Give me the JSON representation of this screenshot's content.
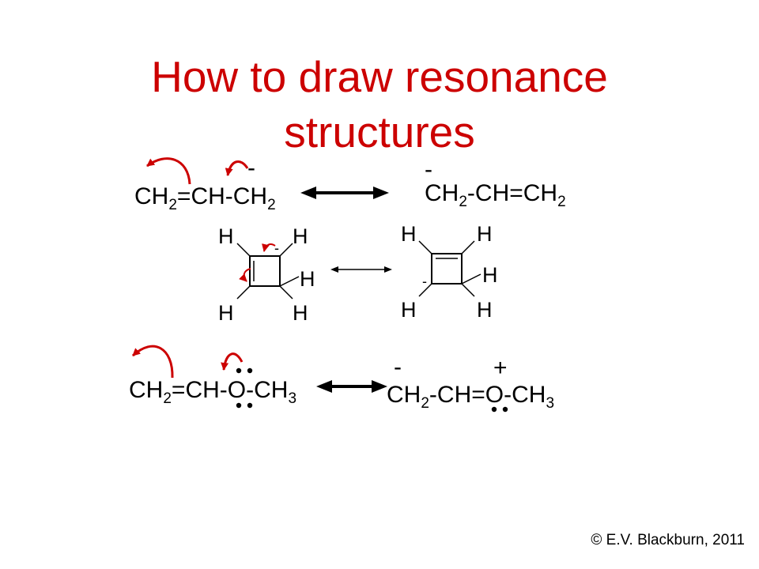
{
  "title": {
    "line1": "How to draw resonance",
    "line2": "structures"
  },
  "colors": {
    "accent": "#cc0000",
    "text": "#000000",
    "background": "#ffffff"
  },
  "row1": {
    "left": {
      "p1": "CH",
      "s1": "2",
      "p2": "=CH-CH",
      "s2": "2",
      "charge": "-"
    },
    "right": {
      "charge": "-",
      "p1": "CH",
      "s1": "2",
      "p2": "-CH=CH",
      "s2": "2"
    }
  },
  "row2": {
    "h": "H",
    "left_charge": "-",
    "right_charge": "-"
  },
  "row3": {
    "left": {
      "p1": "CH",
      "s1": "2",
      "p2": "=CH-",
      "o": "O",
      "p3": "-CH",
      "s3": "3"
    },
    "right": {
      "minus": "-",
      "plus": "+",
      "p1": "CH",
      "s1": "2",
      "p2": "-CH=",
      "o": "O",
      "p3": "-CH",
      "s3": "3"
    }
  },
  "copyright": "© E.V. Blackburn, 2011"
}
